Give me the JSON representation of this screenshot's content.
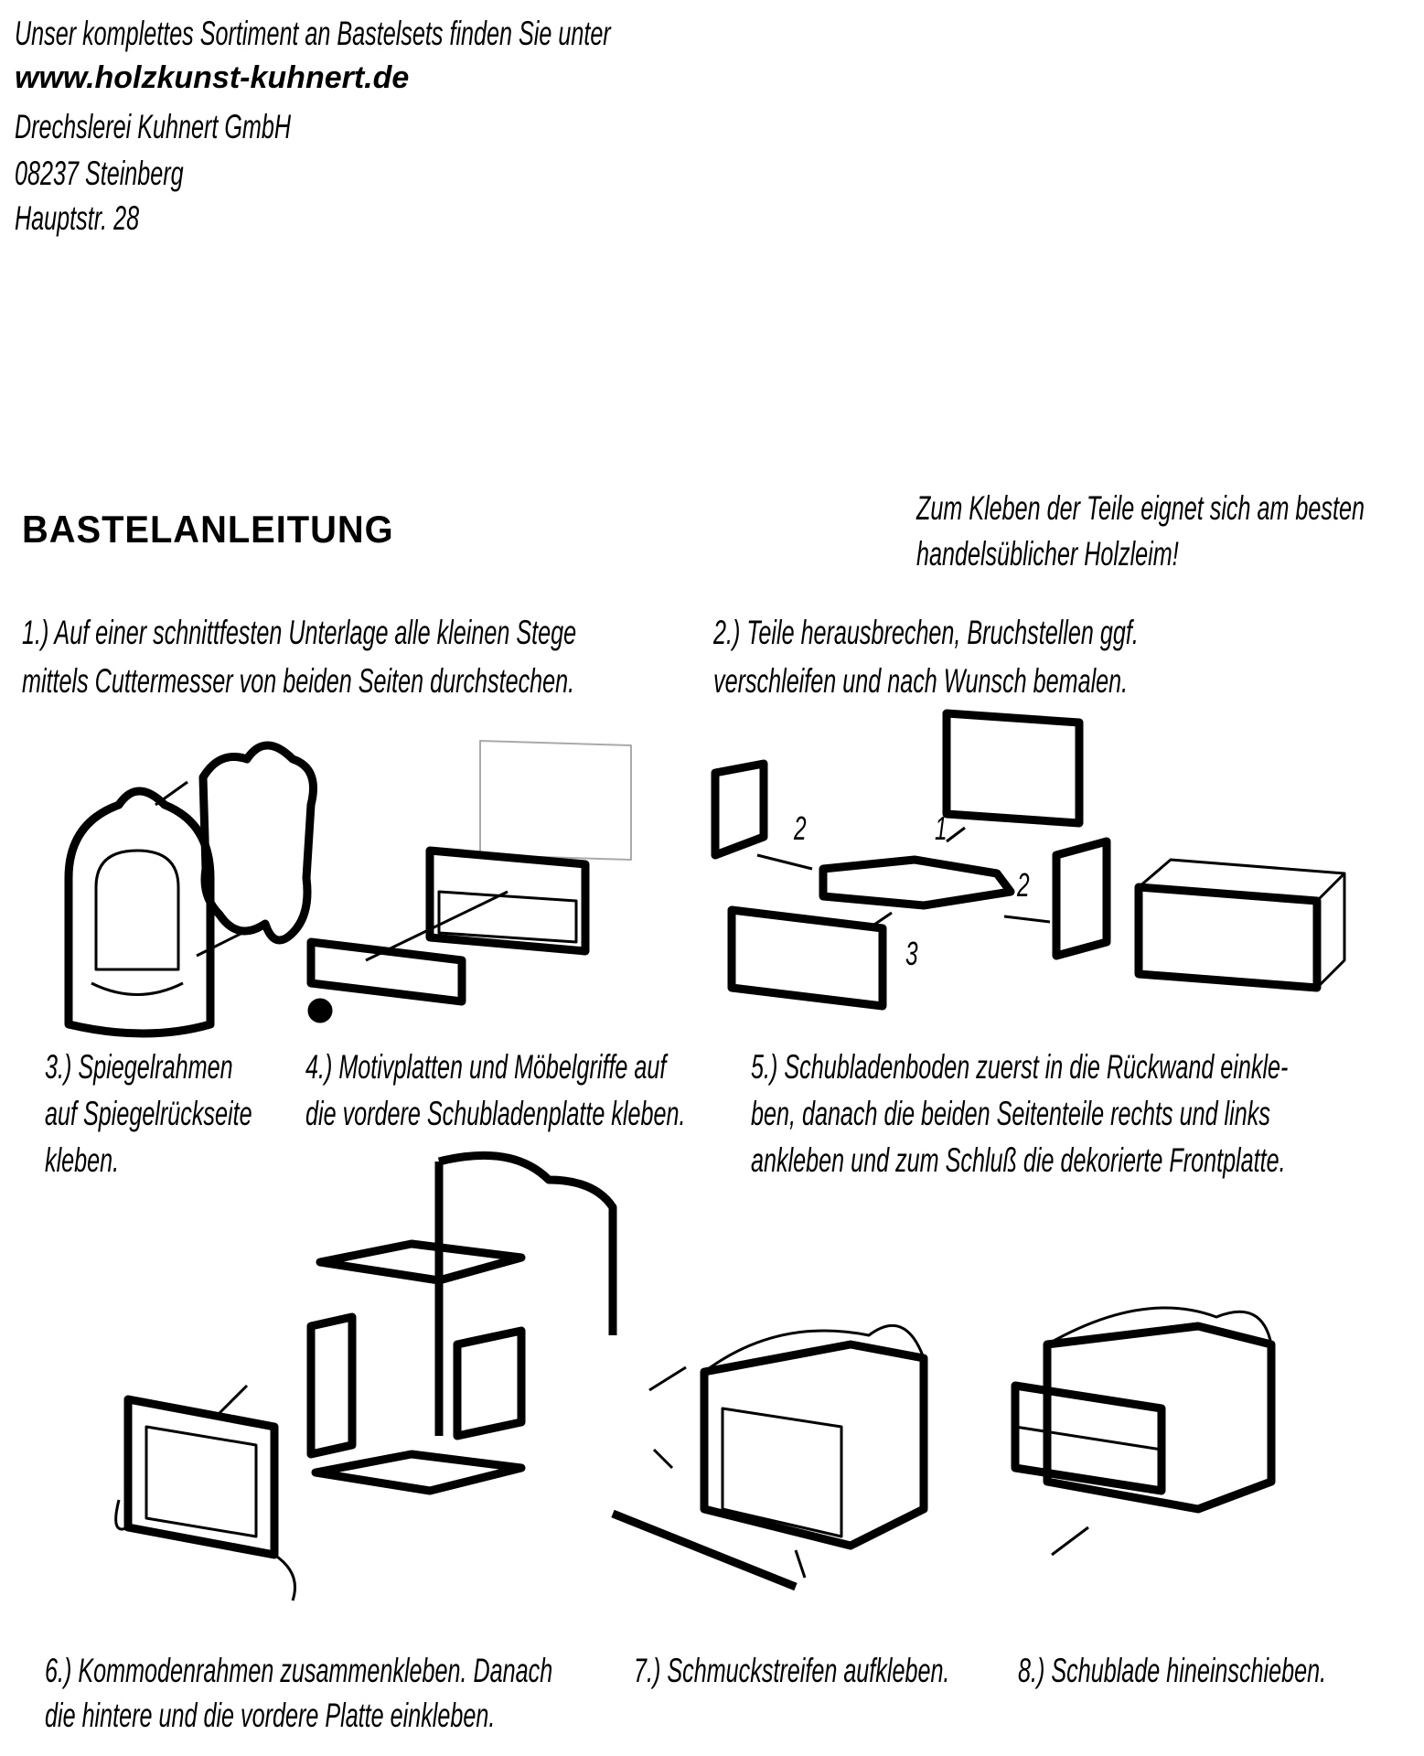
{
  "header": {
    "intro": "Unser komplettes Sortiment an Bastelsets finden Sie unter",
    "url": "www.holzkunst-kuhnert.de",
    "company": "Drechslerei Kuhnert GmbH",
    "city": "08237 Steinberg",
    "street": "Hauptstr. 28"
  },
  "title": "BASTELANLEITUNG",
  "glue_note": [
    "Zum Kleben der Teile eignet sich am besten",
    "handelsüblicher Holzleim!"
  ],
  "steps": [
    {
      "lines": [
        "1.) Auf einer schnittfesten Unterlage alle kleinen Stege",
        "mittels Cuttermesser von beiden Seiten durchstechen."
      ]
    },
    {
      "lines": [
        "2.) Teile herausbrechen, Bruchstellen ggf.",
        "verschleifen und nach Wunsch bemalen."
      ]
    },
    {
      "lines": [
        "3.) Spiegelrahmen",
        "auf Spiegelrückseite",
        "kleben."
      ]
    },
    {
      "lines": [
        "4.) Motivplatten und Möbelgriffe auf",
        "die vordere Schubladenplatte kleben."
      ]
    },
    {
      "lines": [
        "5.) Schubladenboden zuerst in die Rückwand einkle-",
        "ben, danach die beiden Seitenteile rechts und links",
        "ankleben und zum Schluß die dekorierte Frontplatte."
      ]
    },
    {
      "lines": [
        "6.) Kommodenrahmen zusammenkleben. Danach",
        "die hintere und die vordere Platte einkleben."
      ]
    },
    {
      "lines": [
        "7.) Schmuckstreifen aufkleben."
      ]
    },
    {
      "lines": [
        "8.) Schublade hineinschieben."
      ]
    }
  ],
  "diagram_labels": {
    "side_left": "2",
    "back": "1",
    "side_right": "2",
    "front": "3"
  }
}
